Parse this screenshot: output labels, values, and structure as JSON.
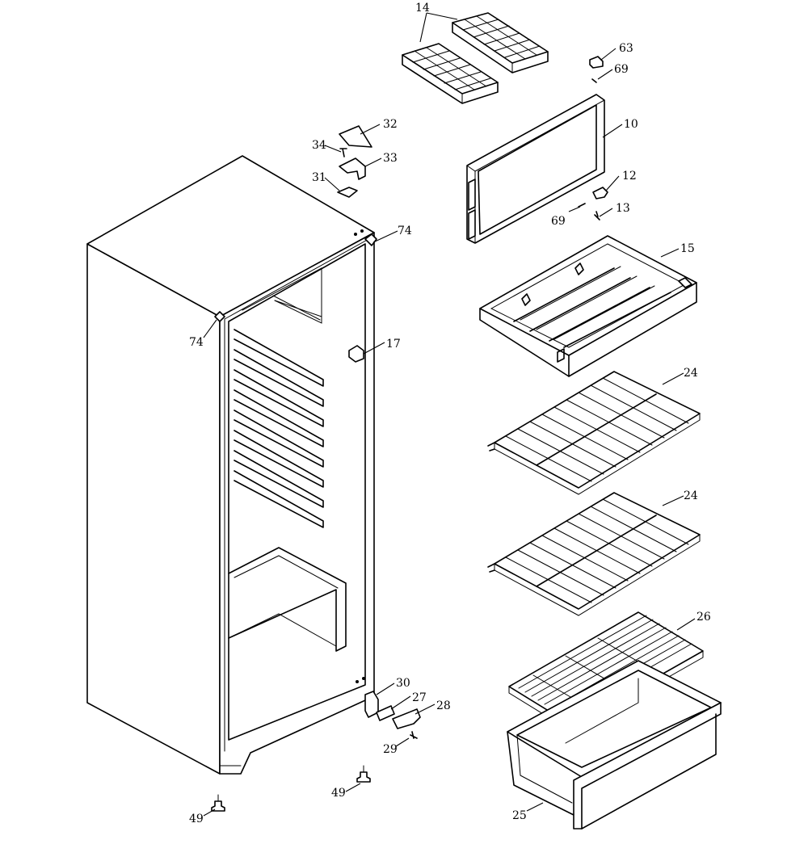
{
  "labels": {
    "l14": "14",
    "l63": "63",
    "l69a": "69",
    "l10": "10",
    "l32": "32",
    "l34": "34",
    "l33": "33",
    "l31": "31",
    "l12": "12",
    "l69b": "69",
    "l13": "13",
    "l74a": "74",
    "l15": "15",
    "l74b": "74",
    "l17": "17",
    "l24a": "24",
    "l24b": "24",
    "l26": "26",
    "l30": "30",
    "l27": "27",
    "l28": "28",
    "l29": "29",
    "l49a": "49",
    "l49b": "49",
    "l25": "25"
  }
}
